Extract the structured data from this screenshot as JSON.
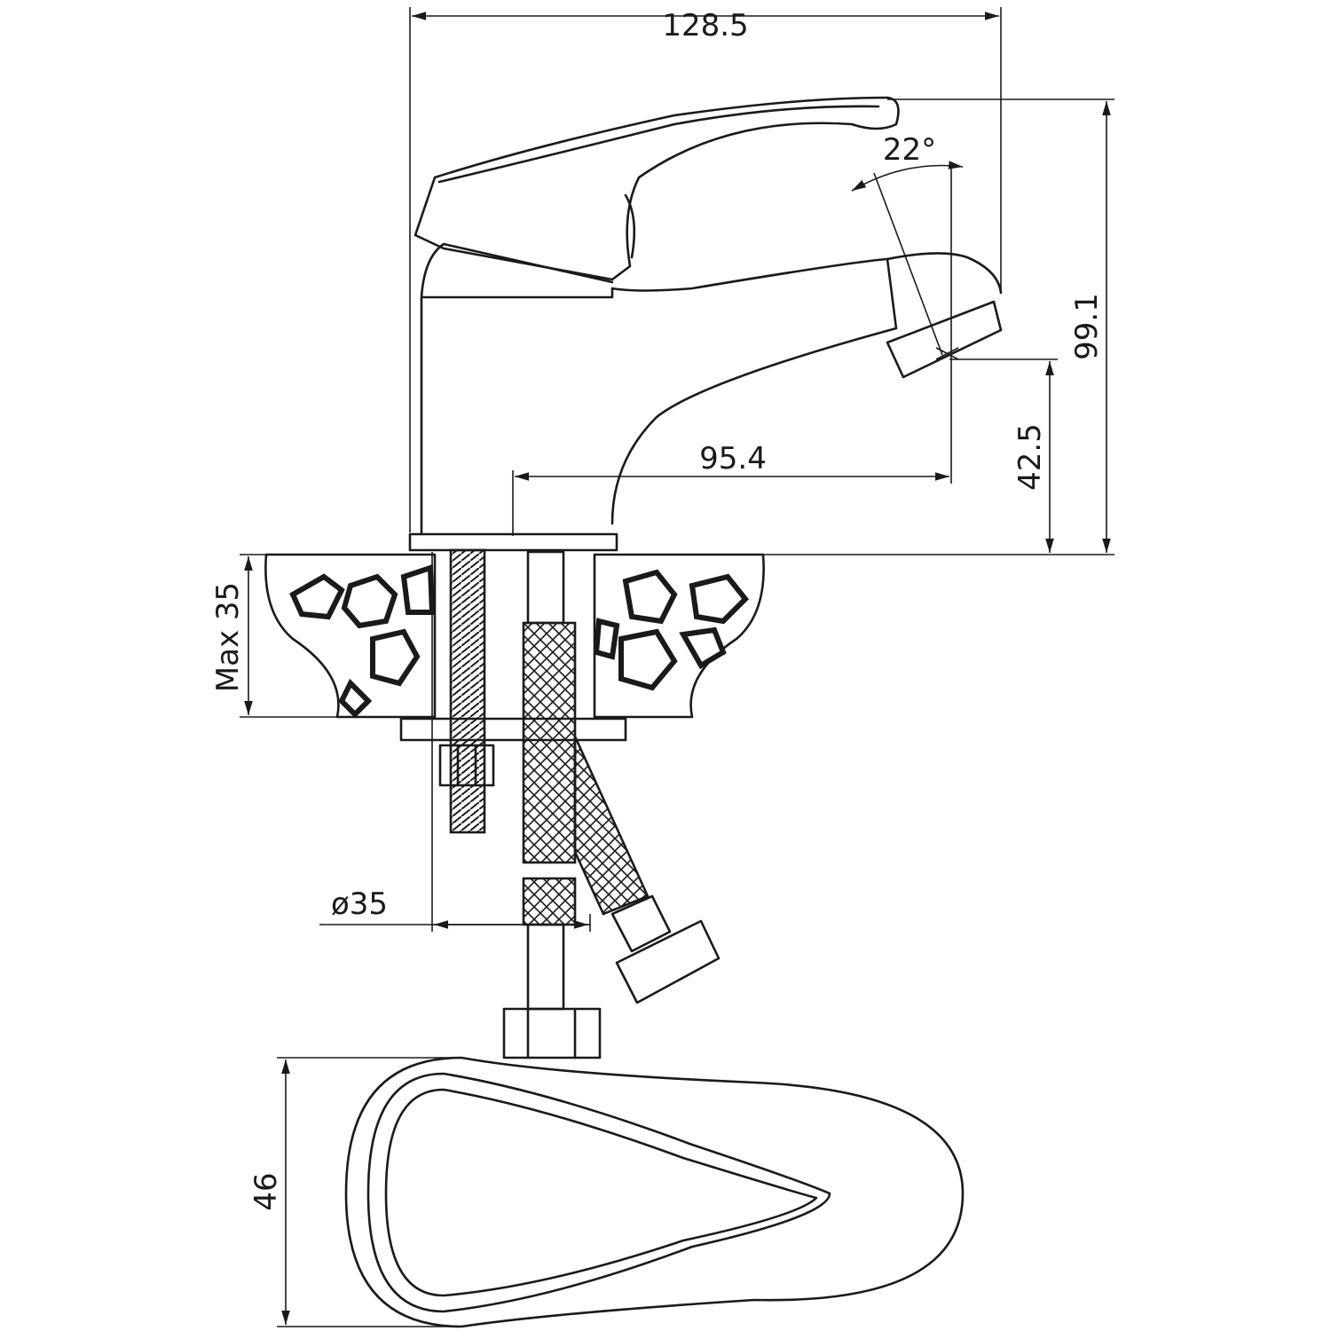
{
  "drawing": {
    "title": "Basin mixer faucet dimension drawing",
    "dimensions": {
      "overall_width": "128.5",
      "overall_height": "99.1",
      "spout_angle": "22°",
      "spout_reach": "95.4",
      "spout_height": "42.5",
      "max_counter_thickness": "Max 35",
      "mounting_hole_diameter": "ø35",
      "handle_width": "46"
    },
    "colors": {
      "line": "#1a1a1a",
      "background": "#ffffff"
    }
  }
}
